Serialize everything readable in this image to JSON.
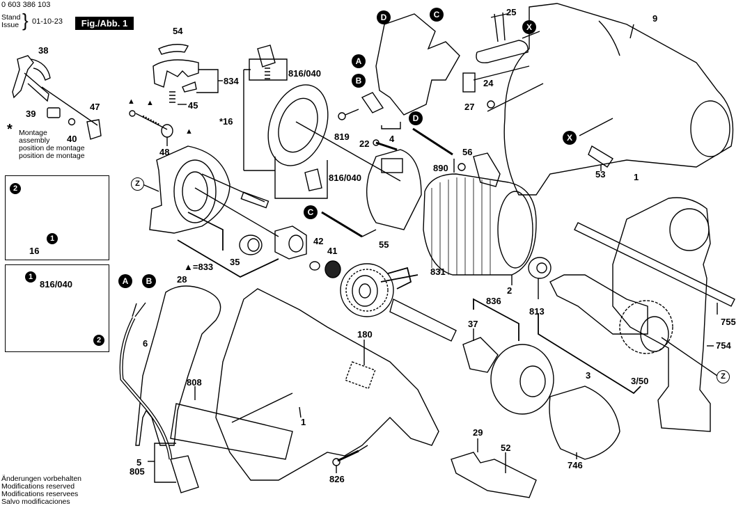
{
  "header": {
    "part_number": "0 603 386 103",
    "stand": "Stand",
    "issue": "Issue",
    "date": "01-10-23",
    "figure_label": "Fig./Abb. 1"
  },
  "assembly_note": {
    "symbol": "*",
    "lines": [
      "Montage",
      "assembly",
      "position de montage",
      "position de montage"
    ]
  },
  "footer": {
    "lines": [
      "Änderungen vorbehalten",
      "Modifications reserved",
      "Modifications reservees",
      "Salvo modificaciones"
    ]
  },
  "triangle_legend": "▲=833",
  "callouts": {
    "A": "A",
    "B": "B",
    "C": "C",
    "D": "D",
    "X": "X",
    "Z": "Z",
    "step1": "1",
    "step2": "2"
  },
  "parts": {
    "p38": "38",
    "p39": "39",
    "p40": "40",
    "p47": "47",
    "p48": "48",
    "p54": "54",
    "p834": "834",
    "p45": "45",
    "p16": "16",
    "p16star": "*16",
    "p816a": "816/040",
    "p816b": "816/040",
    "p816c": "816/040",
    "p819": "819",
    "p4": "4",
    "p22": "22",
    "p56": "56",
    "p890": "890",
    "p55": "55",
    "p25": "25",
    "p27": "27",
    "p24": "24",
    "p9": "9",
    "p53": "53",
    "p1a": "1",
    "p1b": "1",
    "p35": "35",
    "p42": "42",
    "p41": "41",
    "p831": "831",
    "p2": "2",
    "p813": "813",
    "p836": "836",
    "p37": "37",
    "p3": "3",
    "p350": "3/50",
    "p755": "755",
    "p754": "754",
    "p28": "28",
    "p6": "6",
    "p808": "808",
    "p180": "180",
    "p5": "5",
    "p805": "805",
    "p826": "826",
    "p29": "29",
    "p52": "52",
    "p746": "746"
  }
}
